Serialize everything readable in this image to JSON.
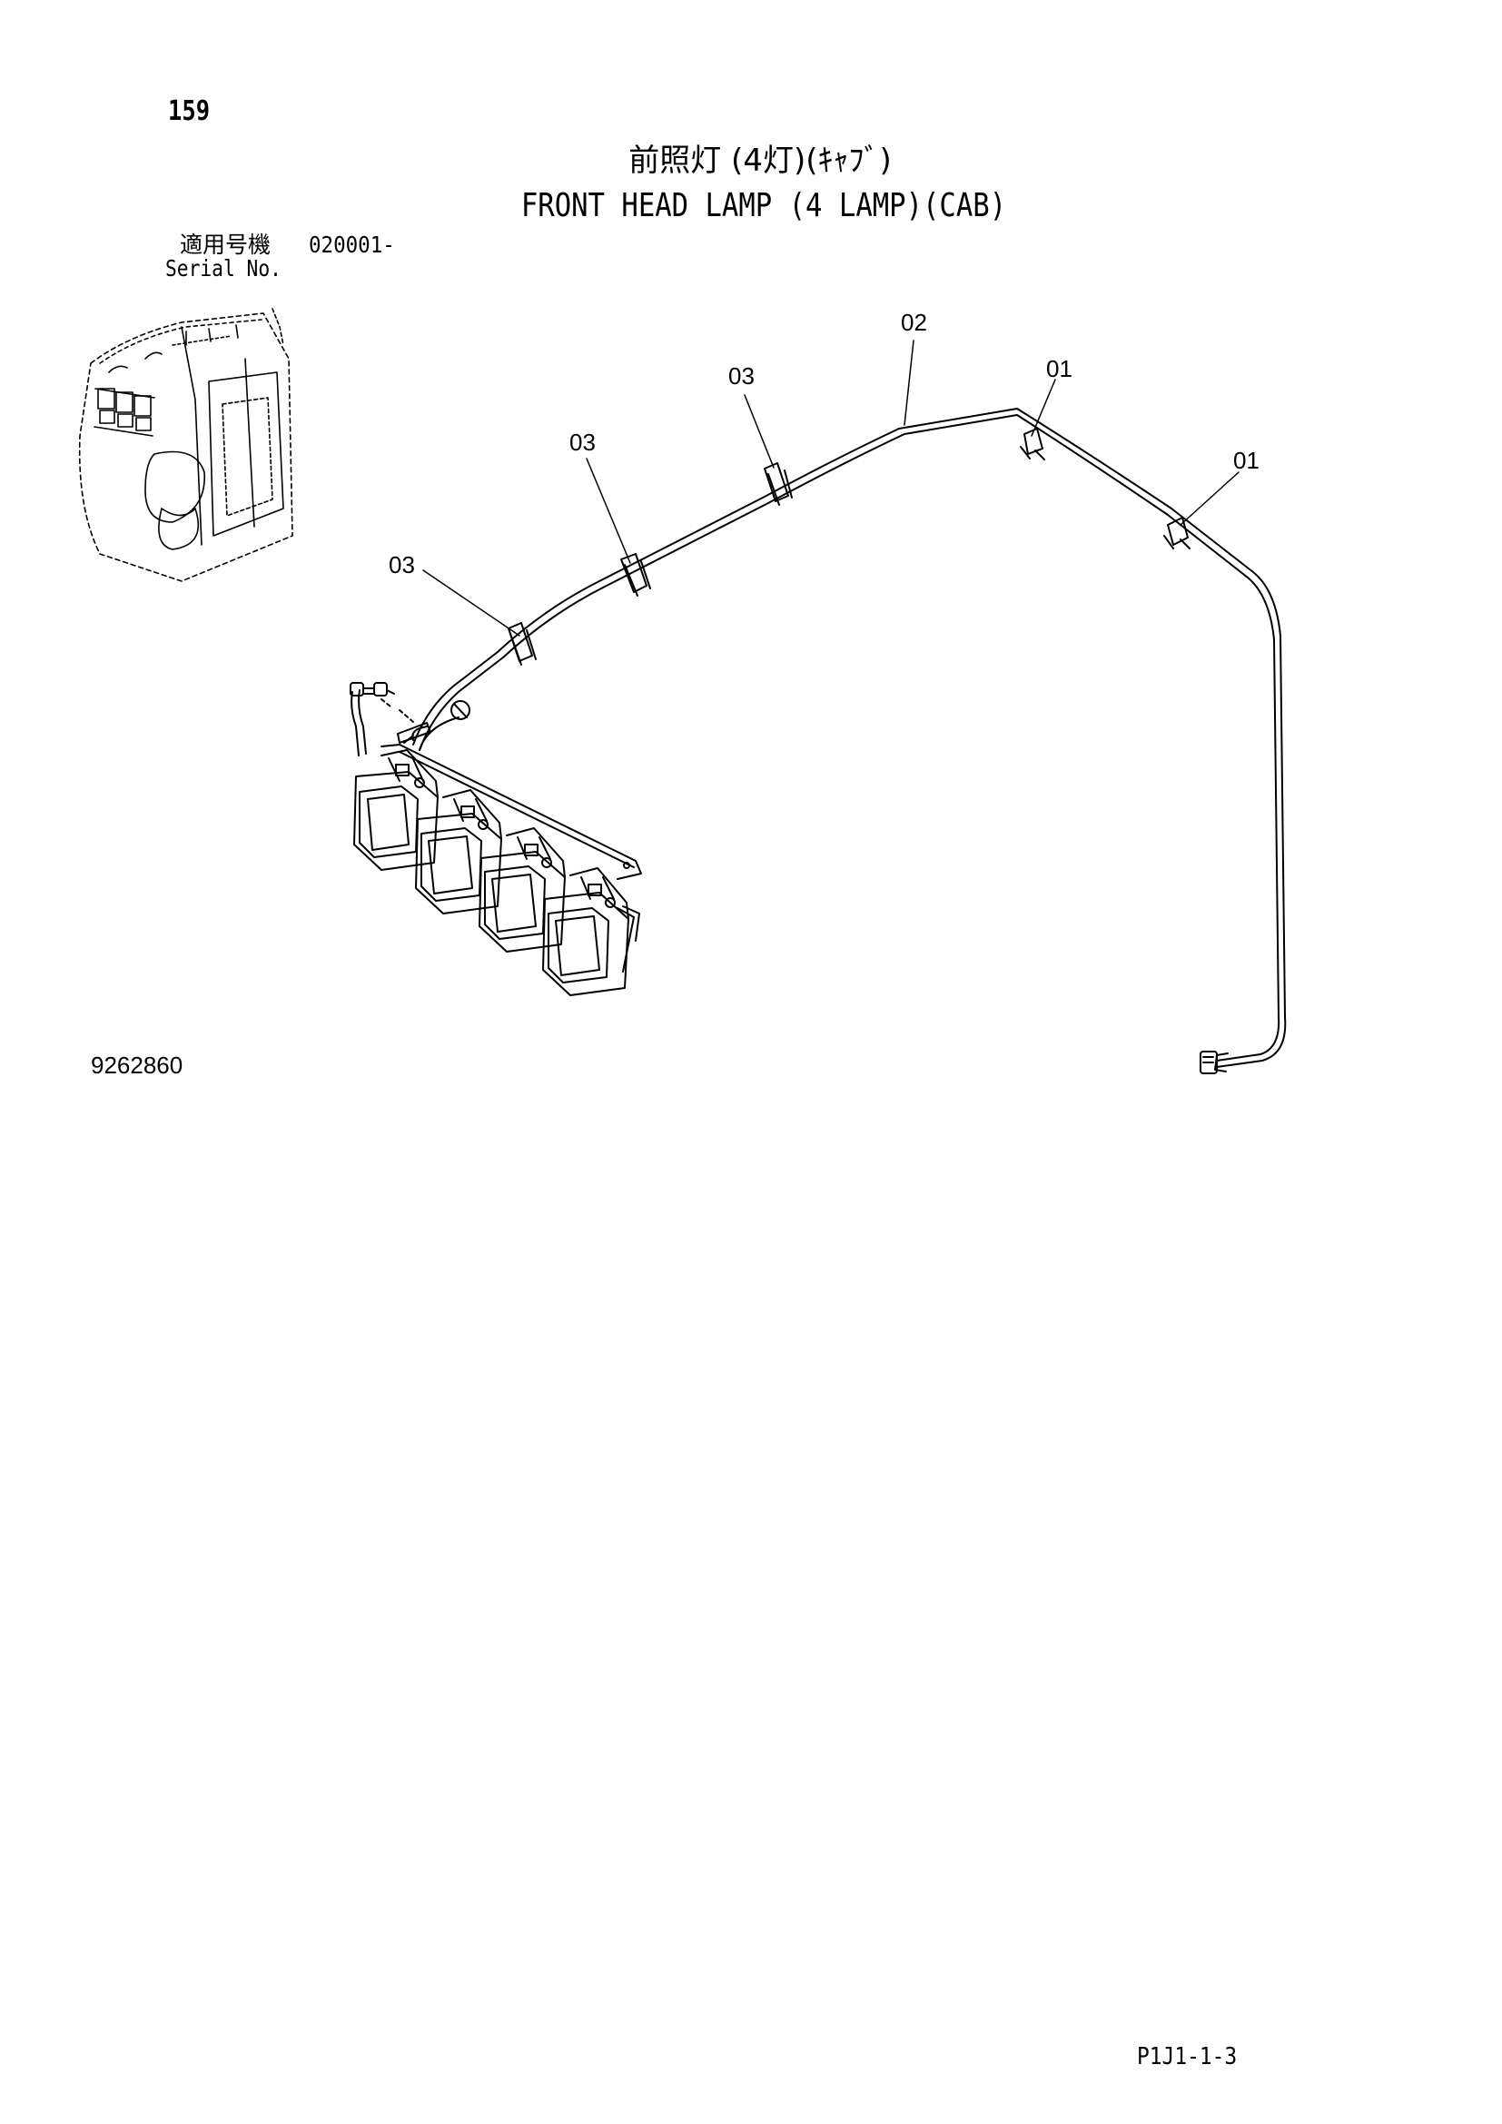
{
  "header": {
    "page_number": "159",
    "title_jp": "前照灯 (4灯)(ｷｬﾌﾞ)",
    "title_en": "FRONT HEAD LAMP  (4 LAMP)(CAB)",
    "serial_label_jp": "適用号機",
    "serial_value": "020001-",
    "serial_label_en": "Serial No."
  },
  "callouts": {
    "c_02": "02",
    "c_01_top": "01",
    "c_01_right": "01",
    "c_03_a": "03",
    "c_03_b": "03",
    "c_03_c": "03"
  },
  "footer": {
    "drawing_number": "9262860",
    "page_code": "P1J1-1-3"
  }
}
